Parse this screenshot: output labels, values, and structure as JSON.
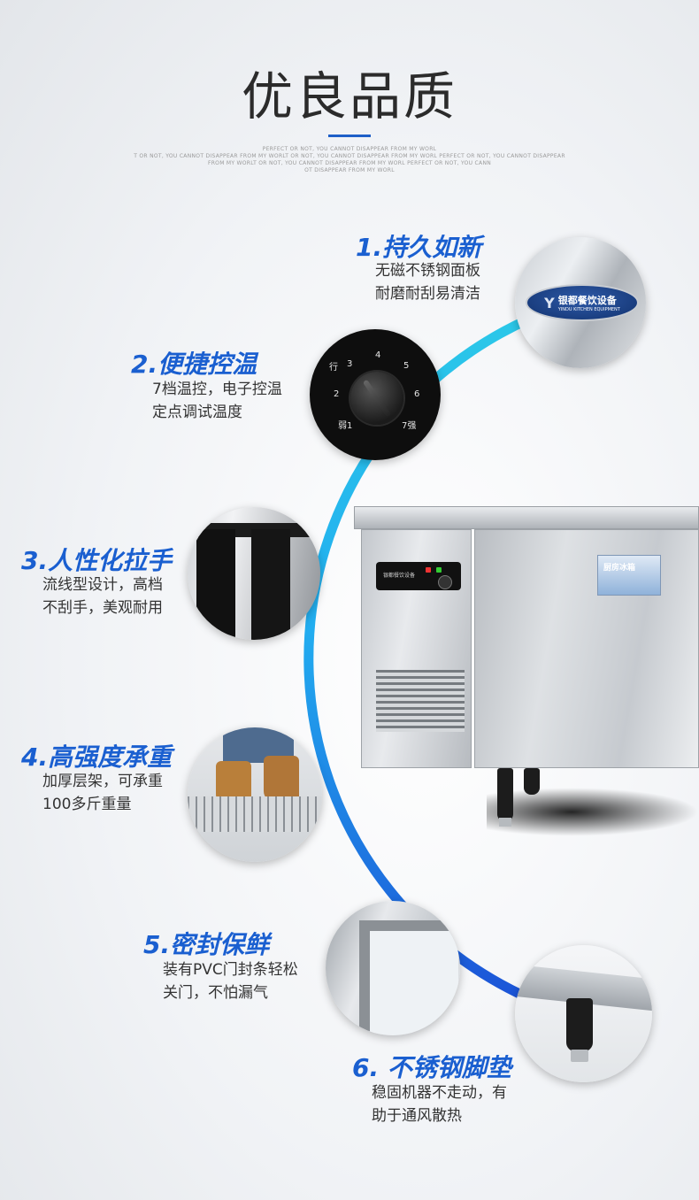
{
  "header": {
    "title": "优良品质",
    "tagline": "PERFECT OR NOT, YOU CANNOT DISAPPEAR FROM MY WORL\nT OR NOT, YOU CANNOT DISAPPEAR FROM MY WORLT OR NOT, YOU CANNOT DISAPPEAR FROM MY WORL PERFECT OR NOT, YOU CANNOT DISAPPEAR\nFROM MY WORLT OR NOT, YOU CANNOT DISAPPEAR FROM MY WORL PERFECT OR NOT, YOU CANN\nOT DISAPPEAR FROM MY WORL"
  },
  "colors": {
    "accent": "#1a5fd0",
    "arc_light": "#2cc9e8",
    "arc_dark": "#1b4fd6"
  },
  "features": [
    {
      "title": "1.持久如新",
      "desc": "无磁不锈钢面板\n耐磨耐刮易清洁"
    },
    {
      "title": "2.便捷控温",
      "desc": "7档温控，电子控温\n定点调试温度"
    },
    {
      "title": "3.人性化拉手",
      "desc": "流线型设计，高档\n不刮手，美观耐用"
    },
    {
      "title": "4.高强度承重",
      "desc": "加厚层架，可承重\n100多斤重量"
    },
    {
      "title": "5.密封保鲜",
      "desc": "装有PVC门封条轻松\n关门，不怕漏气"
    },
    {
      "title": "6. 不锈钢脚垫",
      "desc": "稳固机器不走动，有\n助于通风散热"
    }
  ],
  "logo": {
    "brand": "银都餐饮设备",
    "sub": "YINDU KITCHEN EQUIPMENT",
    "mark": "Y"
  },
  "knob": {
    "labels": [
      "3",
      "4",
      "5",
      "2",
      "6",
      "弱1",
      "7强"
    ],
    "side": "行"
  },
  "fridge": {
    "sticker": "厨房冰箱"
  },
  "icons": [
    "temperature-knob-icon",
    "steel-leg-icon"
  ]
}
